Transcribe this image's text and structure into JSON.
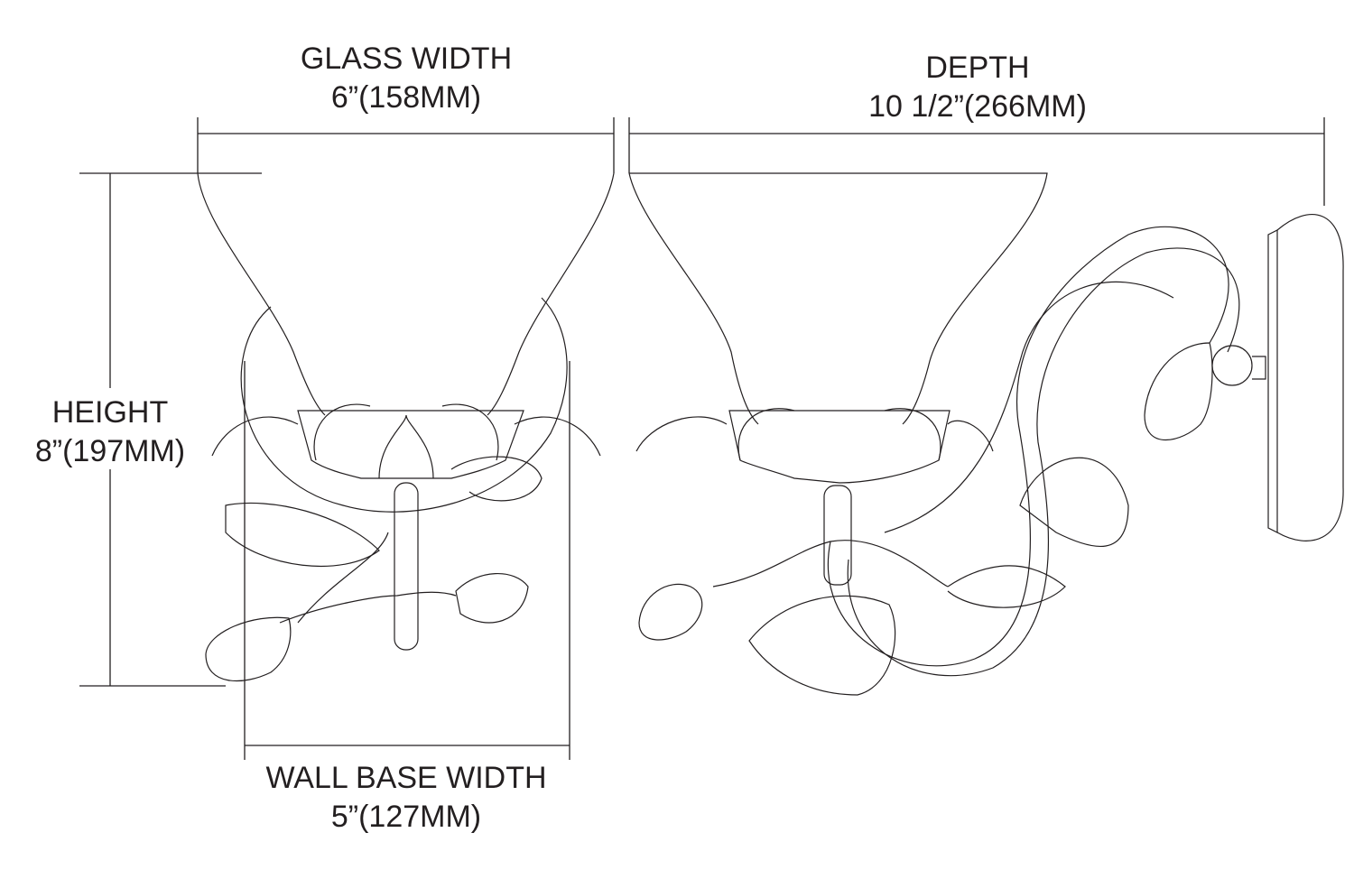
{
  "dimensions": {
    "glass_width": {
      "label": "GLASS WIDTH",
      "value": "6”(158MM)"
    },
    "depth": {
      "label": "DEPTH",
      "value": "10 1/2”(266MM)"
    },
    "height": {
      "label": "HEIGHT",
      "value": "8”(197MM)"
    },
    "wall_base_width": {
      "label": "WALL BASE WIDTH",
      "value": "5”(127MM)"
    }
  },
  "colors": {
    "line": "#231f20",
    "background": "#ffffff"
  }
}
